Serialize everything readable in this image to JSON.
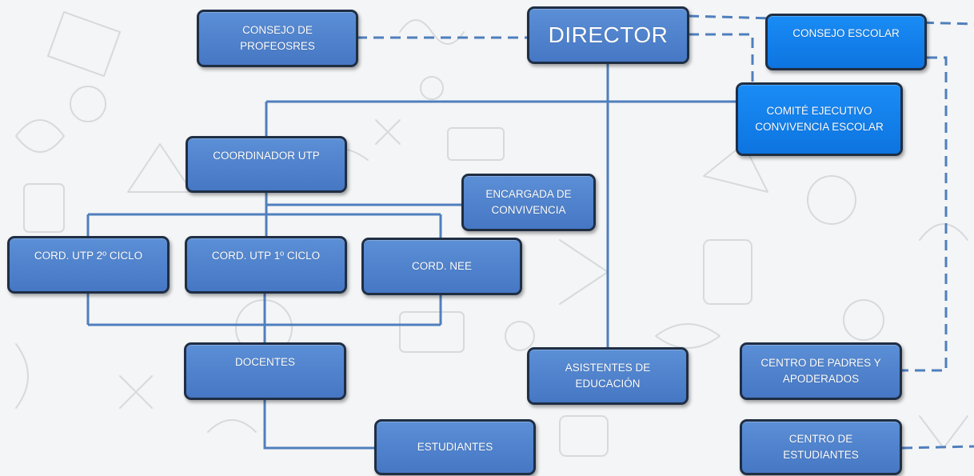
{
  "diagram": {
    "nodes": {
      "director": "DIRECTOR",
      "consejo_profesores": "CONSEJO DE\nPROFEOSRES",
      "consejo_escolar": "CONSEJO ESCOLAR",
      "comite": "COMITÉ EJECUTIVO\nCONVIVENCIA ESCOLAR",
      "coordinador_utp": "COORDINADOR UTP",
      "encargada_convivencia": "ENCARGADA DE\nCONVIVENCIA",
      "cord_utp_2": "CORD. UTP 2º CICLO",
      "cord_utp_1": "CORD. UTP 1º CICLO",
      "cord_nee": "CORD. NEE",
      "docentes": "DOCENTES",
      "asistentes": "ASISTENTES DE\nEDUCACIÓN",
      "centro_padres": "CENTRO DE PADRES  Y\nAPODERADOS",
      "estudiantes": "ESTUDIANTES",
      "centro_estudiantes": "CENTRO DE\nESTUDIANTES"
    },
    "colors": {
      "box_fill": "#4f82cc",
      "box_bright_fill": "#1283ef",
      "box_border": "#1f2e44",
      "connector": "#4f7fbd",
      "text": "#ffffff"
    }
  }
}
